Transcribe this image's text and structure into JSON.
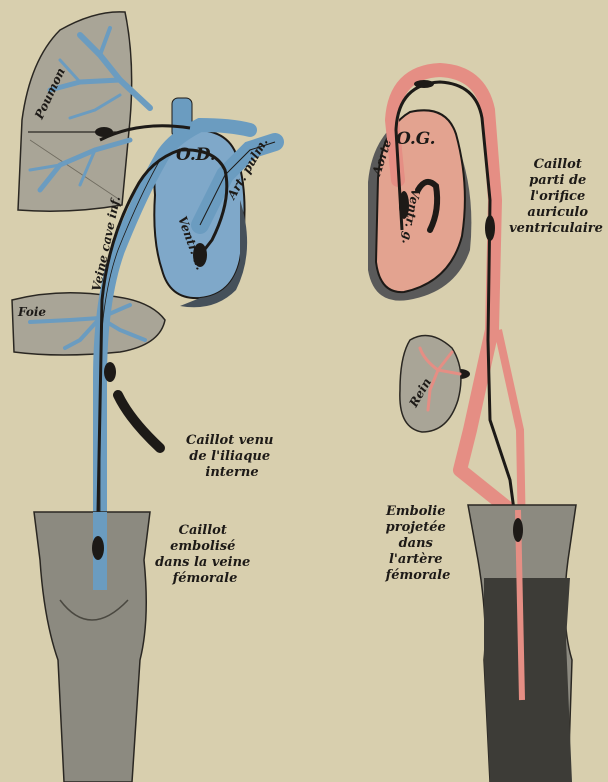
{
  "colors": {
    "paper": "#d8cfae",
    "venous_blue": "#6b9cc0",
    "arterial_red": "#e58e84",
    "ink": "#1d1a17",
    "organ_gray": "#a9a597",
    "heart_right_fill": "#7fa8c9",
    "heart_left_fill": "#e3a390"
  },
  "left_figure": {
    "organs": {
      "lung": "Poumon",
      "right_heart": "O.D.",
      "right_ventricle": "Ventr. d.",
      "pulmonary_artery": "Art. pulm.",
      "vena_cava": "Veine cave inf.",
      "liver": "Foie"
    },
    "caption_iliac": [
      "Caillot venu",
      "de l'iliaque",
      "interne"
    ],
    "caption_femoral": [
      "Caillot",
      "embolisé",
      "dans la veine",
      "fémorale"
    ]
  },
  "right_figure": {
    "organs": {
      "left_heart": "O.G.",
      "left_ventricle": "Ventr. g.",
      "aorta": "Aorte",
      "kidney": "Rein"
    },
    "caption_auricle": [
      "Caillot",
      "parti de",
      "l'orifice",
      "auriculo",
      "ventriculaire"
    ],
    "caption_embolism": [
      "Embolie",
      "projetée",
      "dans",
      "l'artère",
      "fémorale"
    ]
  }
}
